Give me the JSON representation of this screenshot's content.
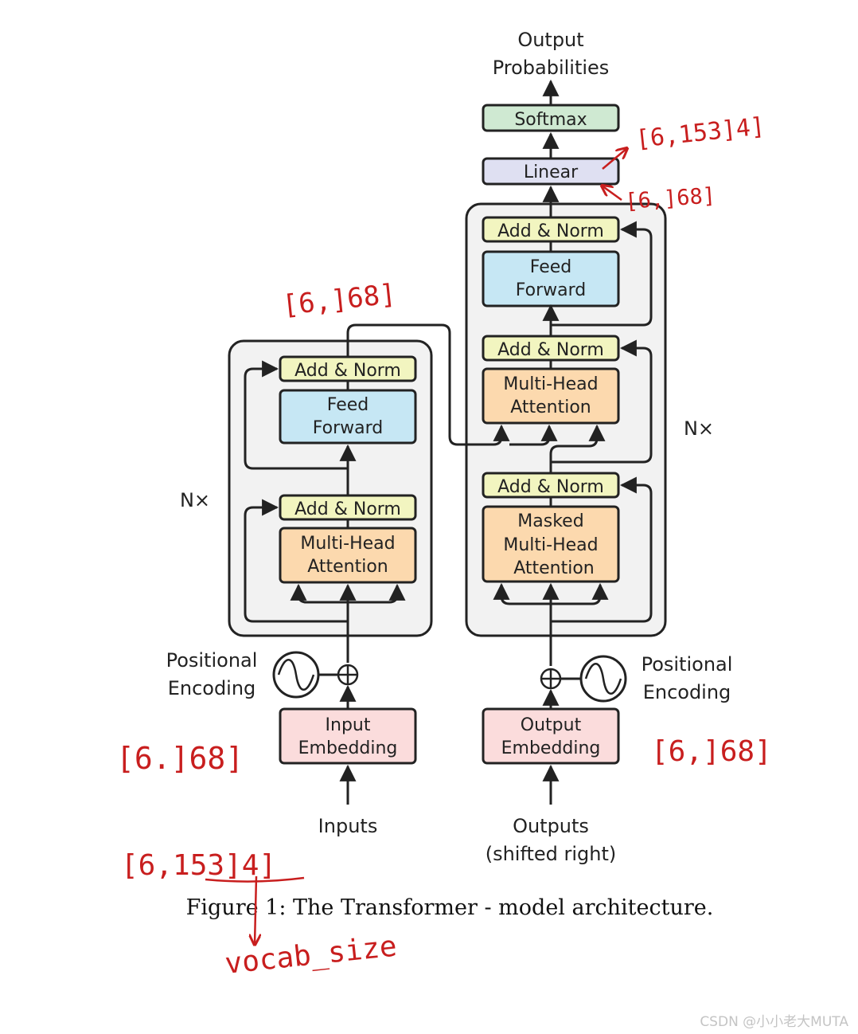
{
  "colors": {
    "add_norm": "#f2f5c0",
    "feed_forward": "#c6e7f4",
    "attention": "#fcd9ae",
    "embedding": "#fbdcdc",
    "linear": "#dfe0f2",
    "softmax": "#cfe9d2",
    "block_bg": "#f2f2f2",
    "stroke": "#222222",
    "annotation": "#c81e1e"
  },
  "output": {
    "line1": "Output",
    "line2": "Probabilities"
  },
  "softmax": {
    "label": "Softmax"
  },
  "linear": {
    "label": "Linear"
  },
  "encoder": {
    "repeat_label": "N×",
    "add_norm_top": "Add & Norm",
    "feed_forward_line1": "Feed",
    "feed_forward_line2": "Forward",
    "add_norm_bottom": "Add & Norm",
    "attention_line1": "Multi-Head",
    "attention_line2": "Attention"
  },
  "decoder": {
    "repeat_label": "N×",
    "add_norm_top": "Add & Norm",
    "feed_forward_line1": "Feed",
    "feed_forward_line2": "Forward",
    "add_norm_mid": "Add & Norm",
    "cross_attention_line1": "Multi-Head",
    "cross_attention_line2": "Attention",
    "add_norm_bottom": "Add & Norm",
    "masked_line1": "Masked",
    "masked_line2": "Multi-Head",
    "masked_line3": "Attention"
  },
  "positional_encoding_left": {
    "line1": "Positional",
    "line2": "Encoding"
  },
  "positional_encoding_right": {
    "line1": "Positional",
    "line2": "Encoding"
  },
  "input_embedding": {
    "line1": "Input",
    "line2": "Embedding"
  },
  "output_embedding": {
    "line1": "Output",
    "line2": "Embedding"
  },
  "inputs_label": "Inputs",
  "outputs_label": {
    "line1": "Outputs",
    "line2": "(shifted right)"
  },
  "caption": "Figure 1: The Transformer - model architecture.",
  "annotations": {
    "linear_out": "[6,153]4]",
    "linear_in": "[6,]68]",
    "encoder_out": "[6,]68]",
    "input_embedding": "[6.]68]",
    "output_embedding": "[6,]68]",
    "inputs_shape": "[6,153]4]",
    "vocab_note": "vocab_size"
  },
  "watermark": "CSDN @小小老大MUTA"
}
